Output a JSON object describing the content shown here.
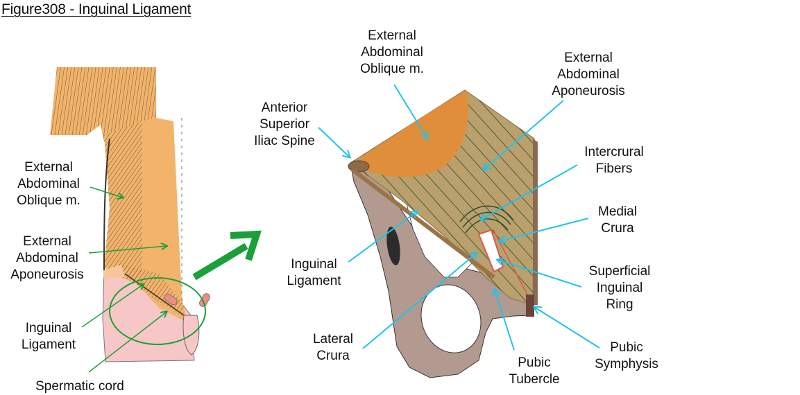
{
  "figure": {
    "title": "Figure308 - Inguinal Ligament"
  },
  "colors": {
    "muscle_orange_light": "#f2b36a",
    "muscle_orange_dark": "#e08e3c",
    "aponeurosis_tan": "#b9a06c",
    "bone_mauve": "#b39a90",
    "skin_pink": "#f7c6c6",
    "left_arrow_green": "#1aa03a",
    "right_arrow_cyan": "#1ec3ee",
    "symphysis_brown": "#6b4438",
    "ring_red": "#e0544c"
  },
  "left_panel": {
    "labels": [
      {
        "id": "ext-oblique",
        "text": "External\nAbdominal\nOblique m."
      },
      {
        "id": "ext-aponeurosis",
        "text": "External\nAbdominal\nAponeurosis"
      },
      {
        "id": "inguinal-ligament",
        "text": "Inguinal\nLigament"
      },
      {
        "id": "spermatic-cord",
        "text": "Spermatic cord"
      }
    ]
  },
  "right_panel": {
    "labels": [
      {
        "id": "ext-oblique",
        "text": "External\nAbdominal\nOblique m."
      },
      {
        "id": "asis",
        "text": "Anterior\nSuperior\nIliac Spine"
      },
      {
        "id": "ext-aponeurosis",
        "text": "External\nAbdominal\nAponeurosis"
      },
      {
        "id": "intercrural",
        "text": "Intercrural\nFibers"
      },
      {
        "id": "medial-crura",
        "text": "Medial\nCrura"
      },
      {
        "id": "superficial-ring",
        "text": "Superficial\nInguinal\nRing"
      },
      {
        "id": "inguinal-ligament",
        "text": "Inguinal\nLigament"
      },
      {
        "id": "lateral-crura",
        "text": "Lateral\nCrura"
      },
      {
        "id": "pubic-tubercle",
        "text": "Pubic\nTubercle"
      },
      {
        "id": "pubic-symphysis",
        "text": "Pubic\nSymphysis"
      }
    ]
  }
}
